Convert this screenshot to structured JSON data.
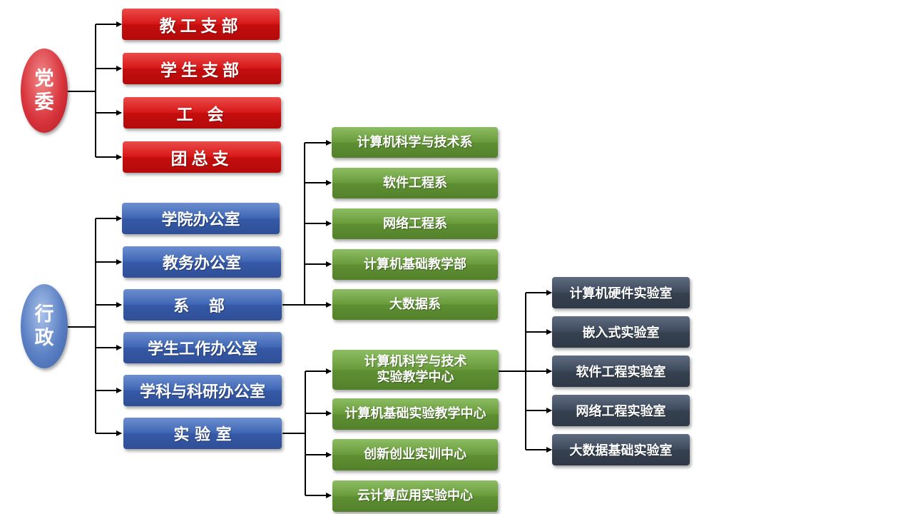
{
  "party": {
    "root": "党委",
    "items": [
      "教工支部",
      "学生支部",
      "工 会",
      "团总支"
    ]
  },
  "admin": {
    "root": "行政",
    "items": [
      "学院办公室",
      "教务办公室",
      "系 部",
      "学生工作办公室",
      "学科与科研办公室",
      "实 验 室"
    ]
  },
  "departments": [
    "计算机科学与技术系",
    "软件工程系",
    "网络工程系",
    "计算机基础教学部",
    "大数据系"
  ],
  "lab_centers": {
    "main": [
      "计算机科学与技术",
      "实验教学中心"
    ],
    "others": [
      "计算机基础实验教学中心",
      "创新创业实训中心",
      "云计算应用实验中心"
    ]
  },
  "labs": [
    "计算机硬件实验室",
    "嵌入式实验室",
    "软件工程实验室",
    "网络工程实验室",
    "大数据基础实验室"
  ],
  "colors": {
    "party": "#d91818",
    "admin": "#3f67b5",
    "department": "#6a9c3c",
    "lab": "#3e4a5d",
    "connector": "#000000"
  }
}
